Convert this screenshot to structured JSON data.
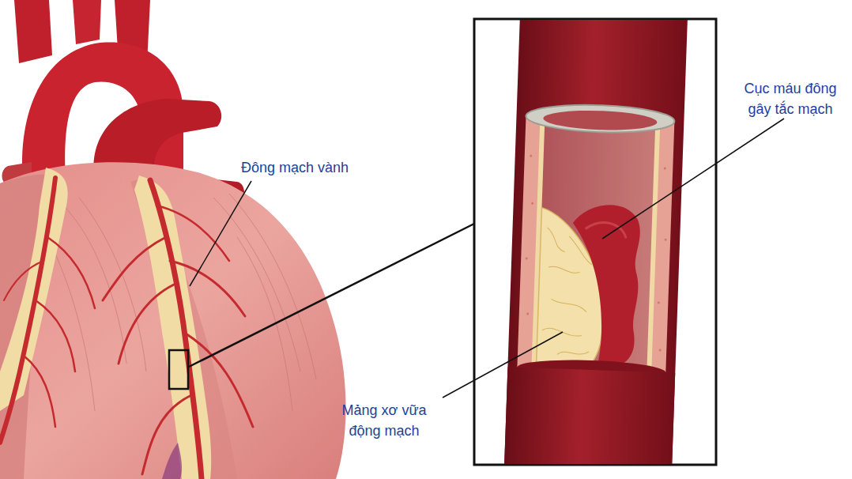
{
  "diagram": {
    "labels": [
      "Đông mạch vành",
      "Cục máu đông gây tắc mạch",
      "Mảng xơ vữa động mạch"
    ]
  }
}
